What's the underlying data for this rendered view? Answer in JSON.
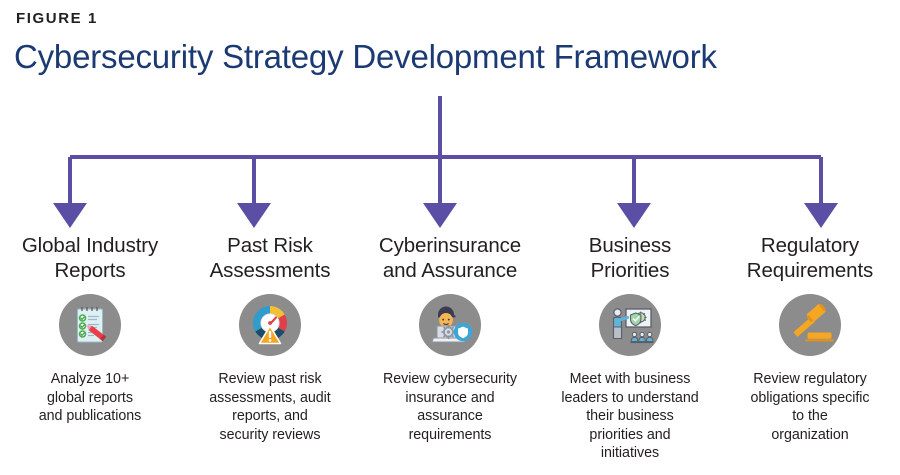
{
  "figure": {
    "eyebrow": "FIGURE 1",
    "title": "Cybersecurity Strategy Development Framework"
  },
  "colors": {
    "connector_purple": "#5b4ea5",
    "title_navy": "#1b3a73",
    "eyebrow_black": "#231f20",
    "icon_circle_gray": "#8c8c8c",
    "body_text": "#231f20",
    "accent_orange": "#f5a623",
    "accent_green": "#4caf50",
    "accent_red": "#e8404a",
    "accent_blue": "#4a9fd8"
  },
  "diagram": {
    "stem_label": "root-stem",
    "bus_label": "horizontal-distribution-bar",
    "branch_count": 5
  },
  "columns": [
    {
      "id": "global-industry-reports",
      "heading": "Global Industry\nReports",
      "icon": "checklist-notepad-pencil-icon",
      "description": "Analyze 10+\nglobal reports\nand publications"
    },
    {
      "id": "past-risk-assessments",
      "heading": "Past Risk\nAssessments",
      "icon": "risk-gauge-warning-icon",
      "description": "Review past risk\nassessments, audit\nreports, and\nsecurity reviews"
    },
    {
      "id": "cyberinsurance-and-assurance",
      "heading": "Cyberinsurance\nand Assurance",
      "icon": "analyst-laptop-shield-icon",
      "description": "Review cybersecurity\ninsurance and\nassurance\nrequirements"
    },
    {
      "id": "business-priorities",
      "heading": "Business\nPriorities",
      "icon": "presenter-whiteboard-audience-icon",
      "description": "Meet with business\nleaders to understand\ntheir business\npriorities and\ninitiatives"
    },
    {
      "id": "regulatory-requirements",
      "heading": "Regulatory\nRequirements",
      "icon": "gavel-icon",
      "description": "Review regulatory\nobligations specific\nto the\norganization"
    }
  ]
}
